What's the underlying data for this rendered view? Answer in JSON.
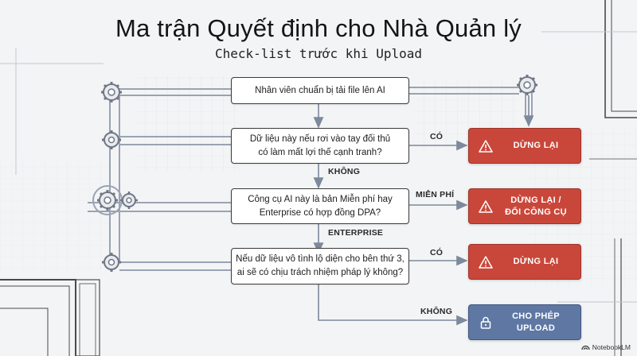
{
  "title": "Ma trận Quyết định cho Nhà Quản lý",
  "subtitle": "Check-list trước khi Upload",
  "start": {
    "text": "Nhân viên chuẩn bị tải file lên AI"
  },
  "questions": [
    {
      "line1": "Dữ liệu này nếu rơi vào tay đối thủ",
      "line2": "có làm mất lợi thế cạnh tranh?"
    },
    {
      "line1": "Công cụ AI này là bản Miễn phí hay",
      "line2": "Enterprise có hợp đồng DPA?"
    },
    {
      "line1": "Nếu dữ liệu vô tình lộ diện cho bên thứ 3,",
      "line2": "ai sẽ có chịu trách nhiệm pháp lý không?"
    }
  ],
  "outcomes": [
    {
      "line1": "DỪNG LẠI",
      "line2": "",
      "icon": "warning-icon"
    },
    {
      "line1": "DỪNG LẠI /",
      "line2": "ĐỔI CÔNG CỤ",
      "icon": "warning-icon"
    },
    {
      "line1": "DỪNG LẠI",
      "line2": "",
      "icon": "warning-icon"
    },
    {
      "line1": "CHO PHÉP UPLOAD",
      "line2": "",
      "icon": "lock-icon"
    }
  ],
  "edge_labels": {
    "q1_yes": "CÓ",
    "q1_no": "KHÔNG",
    "q2_free": "MIỄN PHÍ",
    "q2_enterprise": "ENTERPRISE",
    "q3_yes": "CÓ",
    "q3_no": "KHÔNG"
  },
  "footer": {
    "brand": "NotebookLM"
  },
  "colors": {
    "stop": "#c9473a",
    "allow": "#5f78a3",
    "line": "#8a96aa",
    "frame": "#4a4a4a"
  }
}
